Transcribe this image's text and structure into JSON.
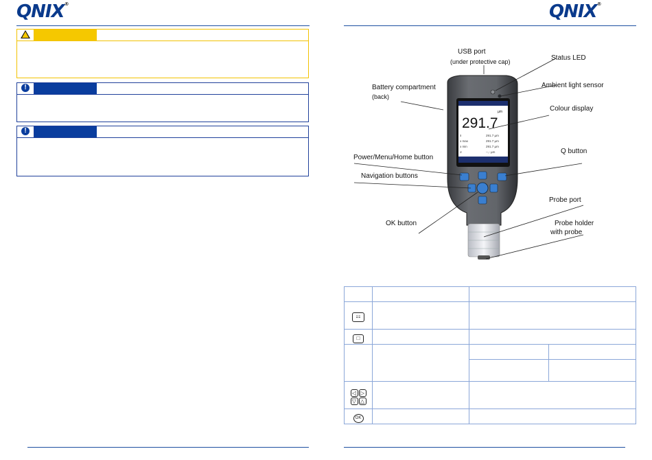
{
  "brand": {
    "logo_text": "QNIX",
    "registered_mark": "®"
  },
  "diagram": {
    "callouts": {
      "usb_port": "USB port",
      "usb_port_note": "(under protective cap)",
      "status_led": "Status LED",
      "battery_compartment": "Battery compartment",
      "battery_compartment_note": "(back)",
      "ambient_light_sensor": "Ambient light sensor",
      "colour_display": "Colour display",
      "power_menu_home_button": "Power/Menu/Home button",
      "q_button": "Q button",
      "navigation_buttons": "Navigation buttons",
      "ok_button": "OK button",
      "probe_port": "Probe port",
      "probe_holder_line1": "Probe holder",
      "probe_holder_line2": "with probe"
    },
    "screen": {
      "main_value": "291.7",
      "main_unit": "µm",
      "row_values": [
        "291.7 µm",
        "291.7 µm",
        "291.7 µm",
        "--,- µm"
      ],
      "row_labels": [
        "x̄",
        "x max",
        "x min",
        "σ"
      ]
    }
  },
  "table": {
    "icon_names": [
      "power-menu-key-icon",
      "q-key-icon",
      "",
      "navigation-keys-icon",
      "ok-key-icon"
    ],
    "nav_key_glyphs": [
      "◁",
      "▷",
      "▽",
      "△"
    ],
    "ok_glyph": "OK"
  },
  "colors": {
    "brand_blue": "#0a3d9e",
    "warning_yellow": "#f5c800",
    "rule_blue": "#1b4ea0"
  }
}
